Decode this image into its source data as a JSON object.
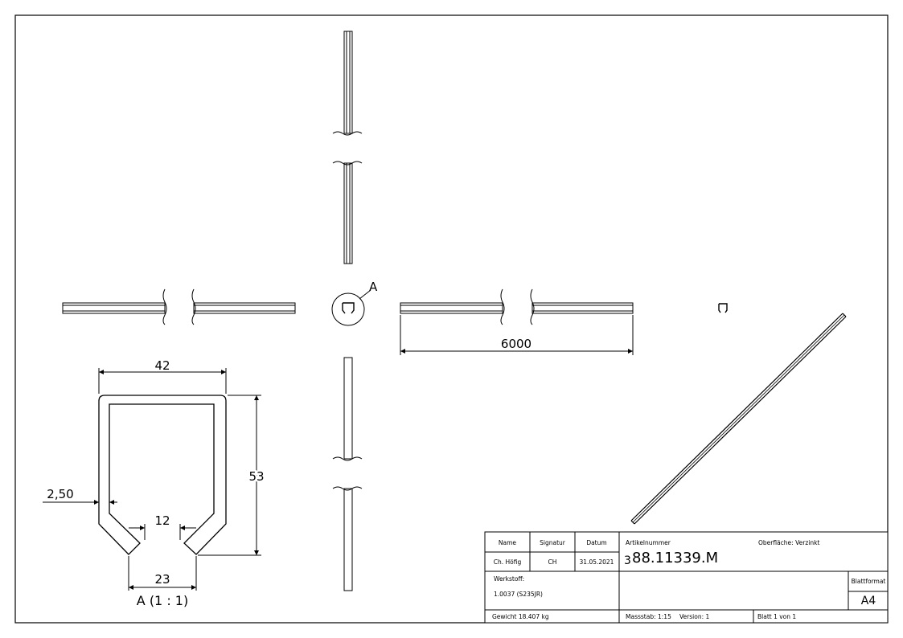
{
  "drawing": {
    "dimensions": {
      "width_42": "42",
      "height_53": "53",
      "thickness": "2,50",
      "opening": "12",
      "bottom_span": "23",
      "length": "6000"
    },
    "detail_marker": "A",
    "detail_view_label": "A (1 : 1)"
  },
  "title_block": {
    "headers": {
      "name": "Name",
      "signatur": "Signatur",
      "datum": "Datum"
    },
    "row": {
      "name": "Ch. Höfig",
      "signatur": "CH",
      "datum": "31.05.2021"
    },
    "werkstoff_label": "Werkstoff:",
    "werkstoff_value": "1.0037 (S235JR)",
    "gewicht": "Gewicht 18.407 kg",
    "artikelnummer_label": "Artikelnummer",
    "artikelnummer_prefix": "3",
    "artikelnummer_value": "88.11339.M",
    "oberflaeche": "Oberfläche:  Verzinkt",
    "blattformat_label": "Blattformat",
    "blattformat_value": "A4",
    "massstab": "Massstab: 1:15",
    "version": "Version: 1",
    "blatt": "Blatt 1 von 1"
  }
}
